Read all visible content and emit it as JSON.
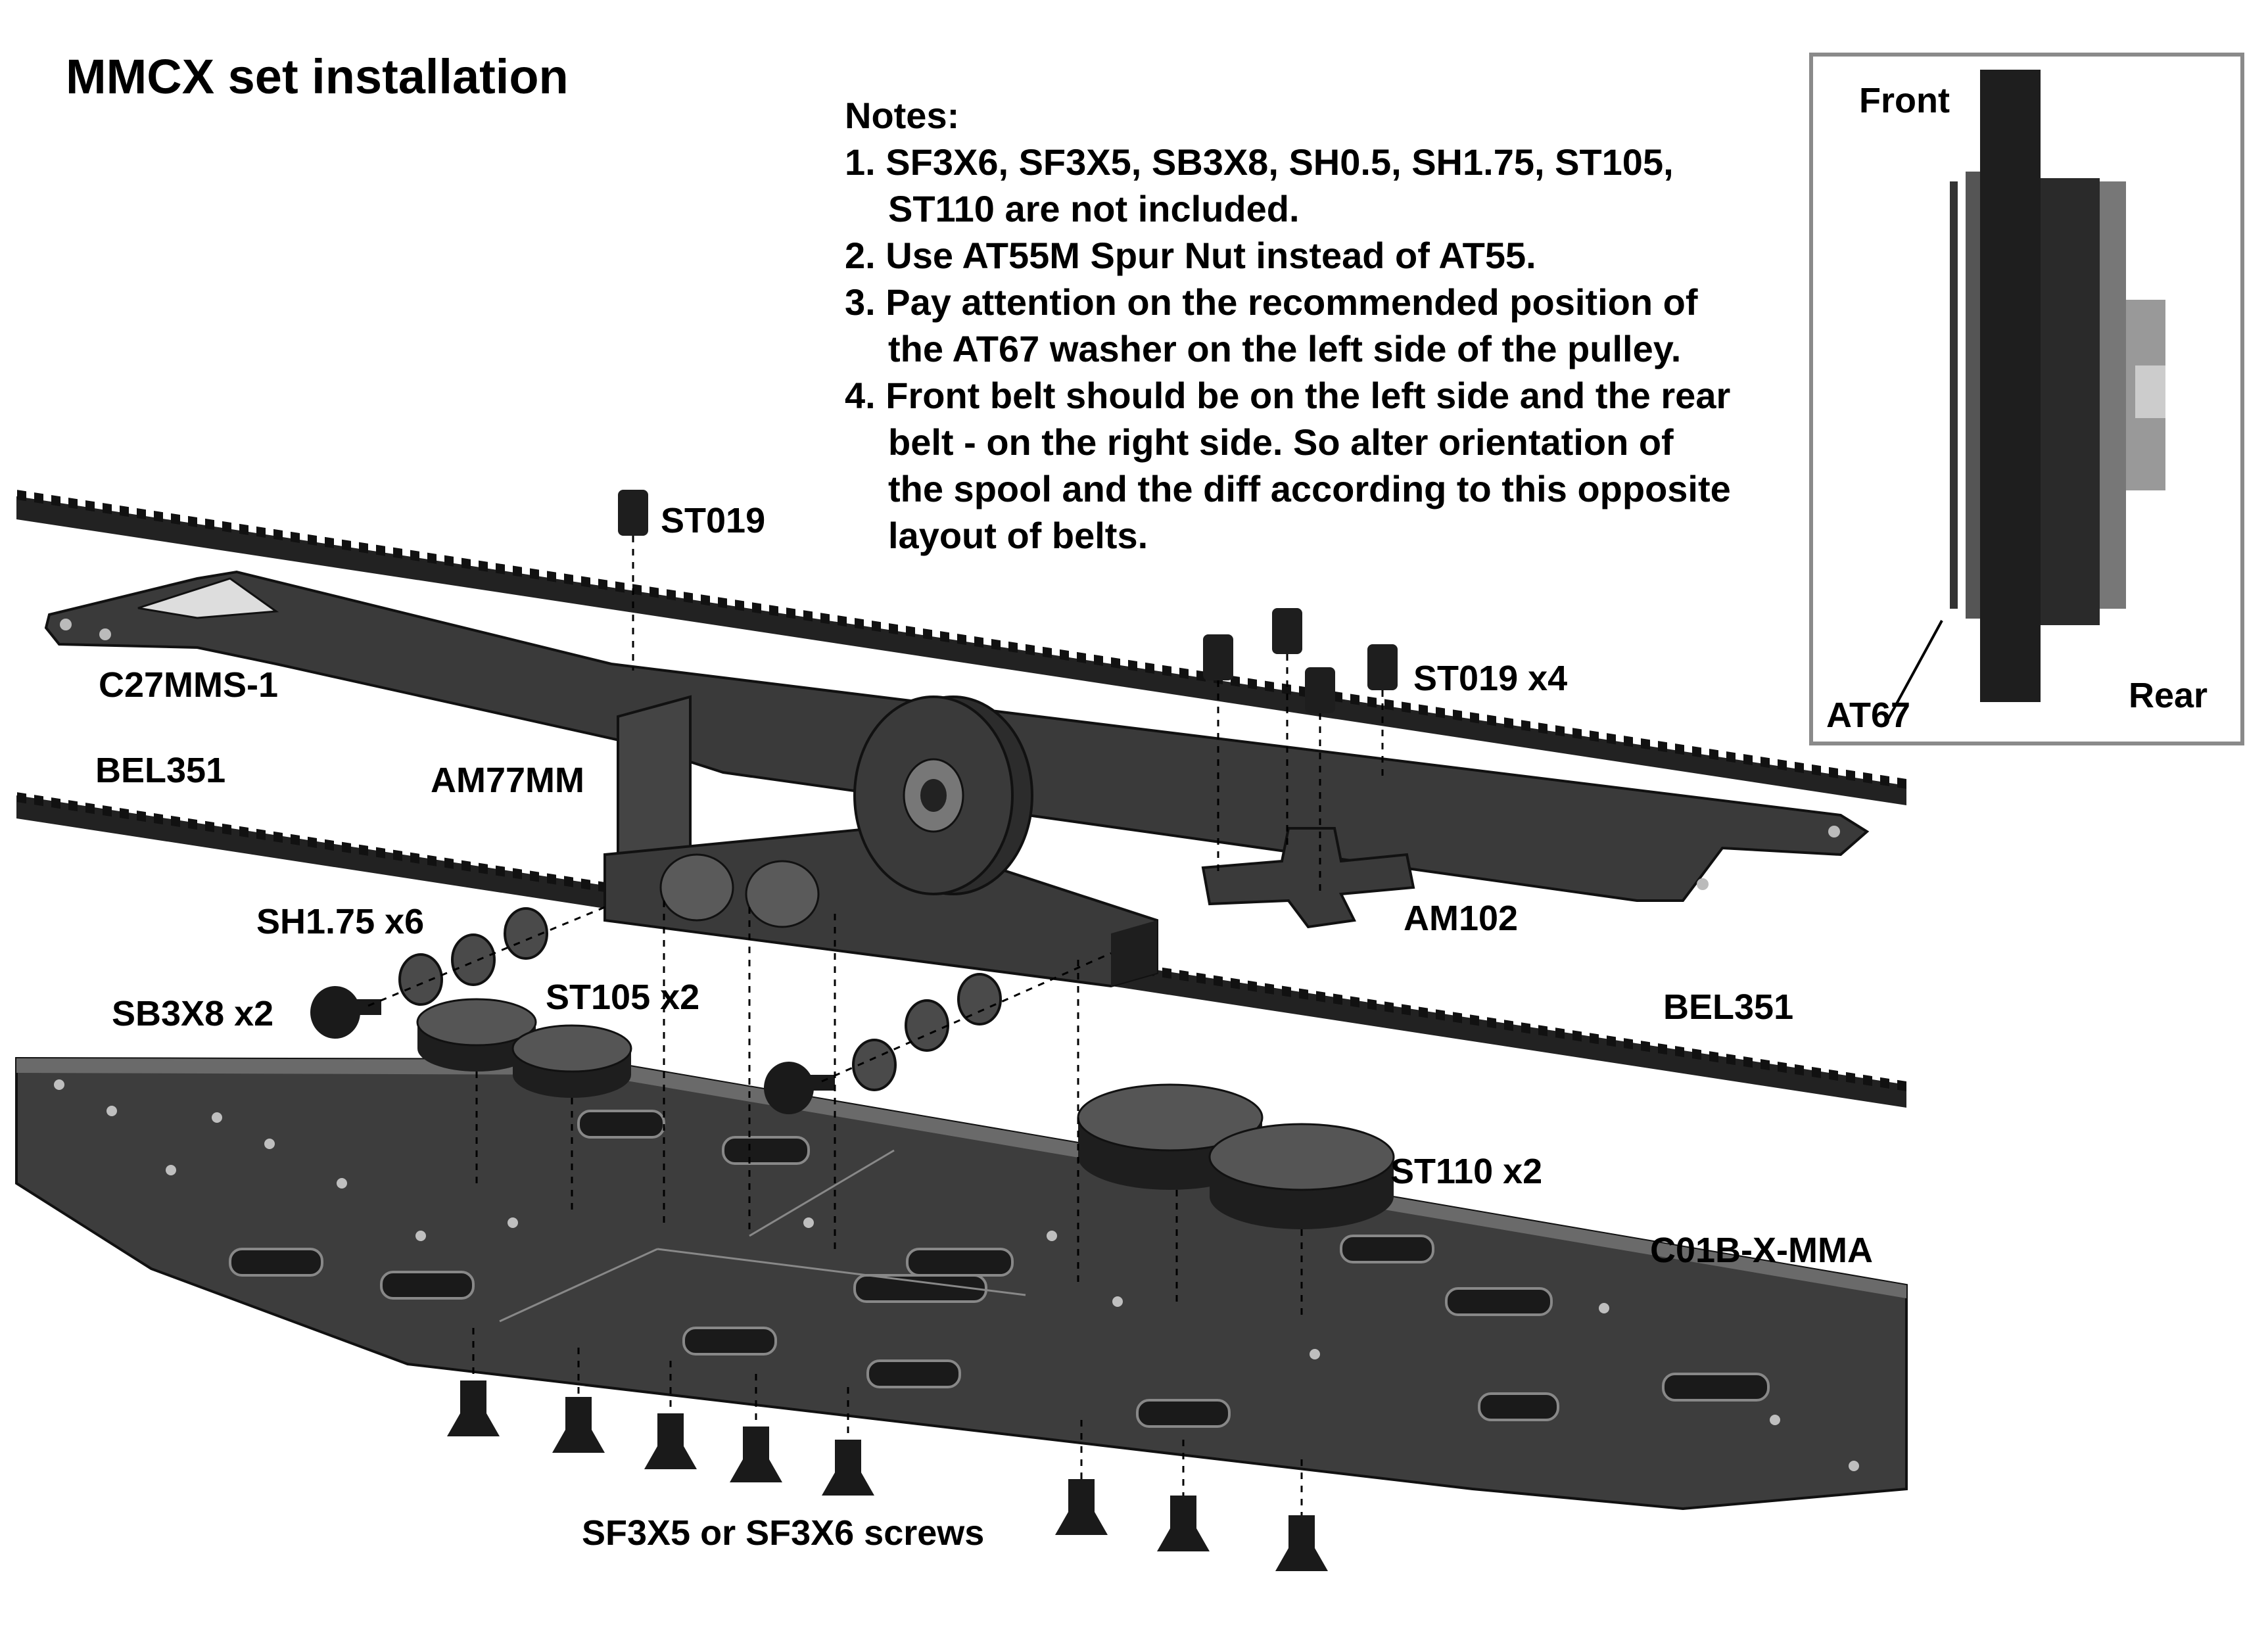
{
  "title": "MMCX set installation",
  "notes": {
    "heading": "Notes:",
    "lines": [
      "1. SF3X6, SF3X5, SB3X8, SH0.5, SH1.75, ST105,",
      "ST110 are not included.",
      "2. Use AT55M Spur Nut instead of AT55.",
      "3. Pay attention on the recommended position of",
      "the AT67 washer on the left side of the pulley.",
      "4. Front belt should be on the left side and the rear",
      "belt - on the right side. So alter orientation of",
      "the spool and the diff according to this opposite",
      "layout of belts."
    ]
  },
  "parts": {
    "st019": "ST019",
    "st019x4": "ST019 x4",
    "c27mms1": "C27MMS-1",
    "bel351_left": "BEL351",
    "am77mm": "AM77MM",
    "sh175": "SH1.75 x6",
    "sb3x8": "SB3X8 x2",
    "st105": "ST105 x2",
    "am102": "AM102",
    "bel351_right": "BEL351",
    "st110": "ST110 x2",
    "c01b": "C01B-X-MMA",
    "screws": "SF3X5 or SF3X6 screws"
  },
  "inset": {
    "front": "Front",
    "rear": "Rear",
    "at67": "AT67"
  },
  "colors": {
    "part_fill": "#3a3a3a",
    "part_dark": "#1e1e1e",
    "inset_border": "#8a8a8a"
  }
}
